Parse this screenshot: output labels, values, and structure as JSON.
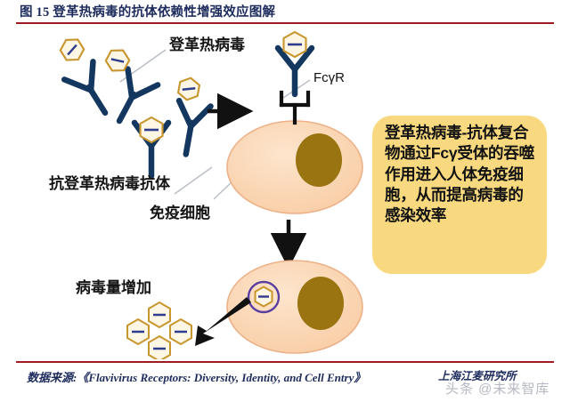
{
  "figure": {
    "title": "图 15 登革热病毒的抗体依赖性增强效应图解",
    "rule_color": "#9e1b21",
    "title_color": "#1d2b5c"
  },
  "footer": {
    "source_label": "数据来源:《Flavivirus Receptors: Diversity, Identity, and Cell Entry》",
    "organization": "上海江麦研究所",
    "watermark": "头条 @未来智库"
  },
  "diagram": {
    "labels": {
      "dengue_virus": "登革热病毒",
      "anti_dengue_antibody": "抗登革热病毒抗体",
      "immune_cell": "免疫细胞",
      "viral_load_increase": "病毒量增加",
      "fc_gamma_receptor": "FcγR"
    },
    "callout": {
      "text": "登革热病毒-抗体复合物通过Fcγ受体的吞噬作用进入人体免疫细胞，从而提高病毒的感染效率",
      "background": "#f8d97f"
    },
    "colors": {
      "antibody": "#13375f",
      "virus_outline": "#c8962e",
      "virus_fill": "#fdf6e4",
      "virus_bar": "#2d3c8c",
      "cell_fill": "#fbd9b8",
      "cell_outline": "#e8b084",
      "nucleus": "#9a7411",
      "endosome_ring": "#5b3fa0",
      "arrow": "#111111",
      "leader_line": "#b9bec6"
    },
    "elements": {
      "free_antibodies": 3,
      "bound_antibody_complexes": 1,
      "released_virus_particles": 5,
      "cells": 2,
      "arrows": 3
    }
  }
}
